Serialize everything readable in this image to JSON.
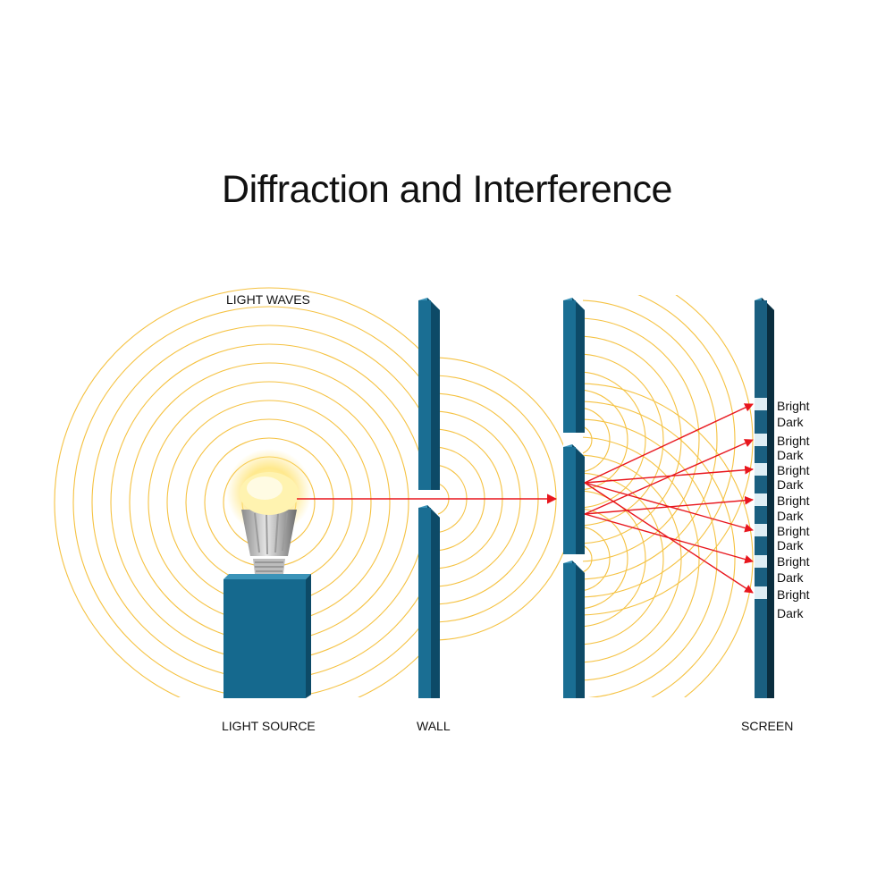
{
  "title": "Diffraction and Interference",
  "labels": {
    "light_waves": "LIGHT WAVES",
    "light_source": "LIGHT SOURCE",
    "wall": "WALL",
    "screen": "SCREEN"
  },
  "fringes": [
    "Bright",
    "Dark",
    "Bright",
    "Dark",
    "Bright",
    "Dark",
    "Bright",
    "Dark",
    "Bright",
    "Dark",
    "Bright",
    "Dark",
    "Bright",
    "Dark"
  ],
  "colors": {
    "wave": "#f5c242",
    "ray": "#e8161d",
    "barrier_front": "#1a6e93",
    "barrier_side": "#0d4a67",
    "barrier_top": "#3b93b8",
    "box": "#15698e"
  }
}
